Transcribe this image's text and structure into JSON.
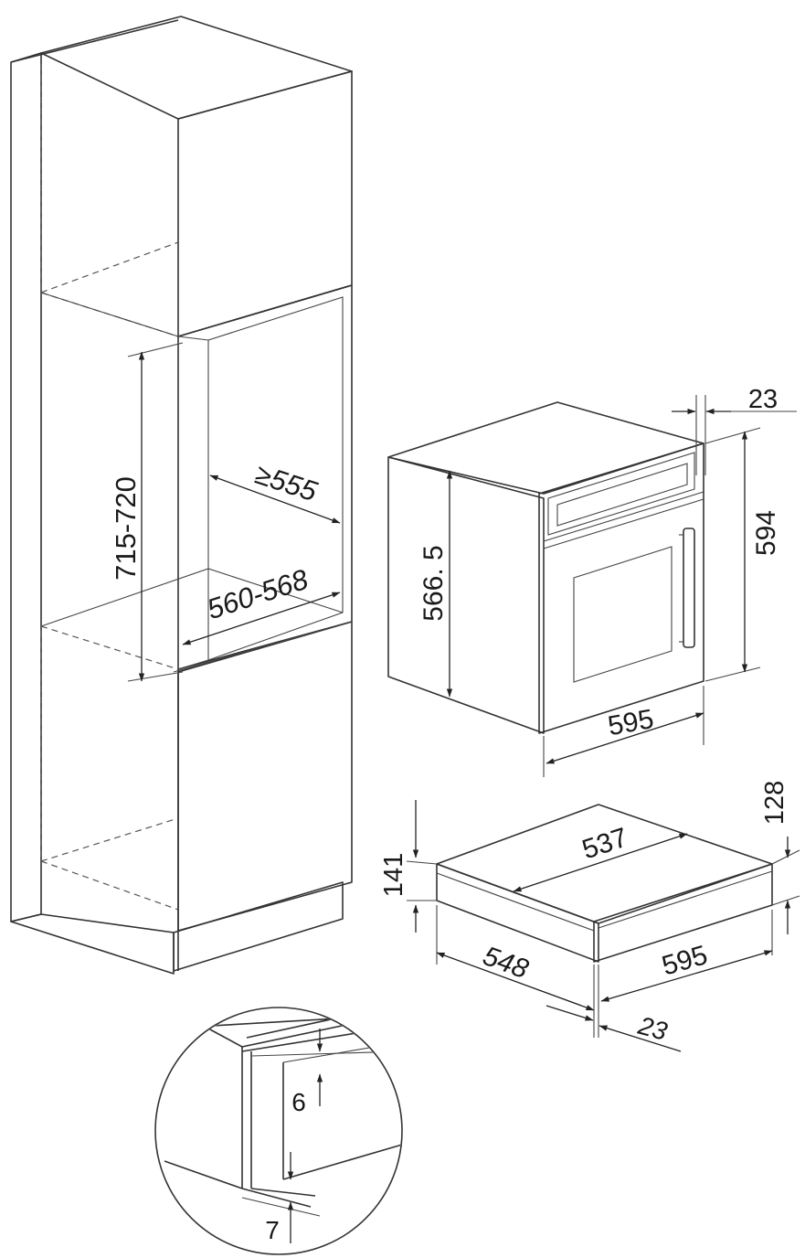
{
  "diagram": {
    "colors": {
      "line": "#333333",
      "text": "#1a1a1a",
      "background": "#ffffff"
    },
    "dimensions": {
      "cabinet_height": "715-720",
      "cabinet_depth": "≥555",
      "cabinet_width": "560-568",
      "oven_front_overhang": "23",
      "oven_body_height": "566. 5",
      "oven_front_height": "594",
      "oven_width": "595",
      "drawer_front_height": "128",
      "drawer_depth": "537",
      "drawer_height": "141",
      "drawer_body_width": "548",
      "drawer_front_width": "595",
      "drawer_front_thickness": "23",
      "gap_top": "6",
      "gap_bottom": "7"
    }
  }
}
